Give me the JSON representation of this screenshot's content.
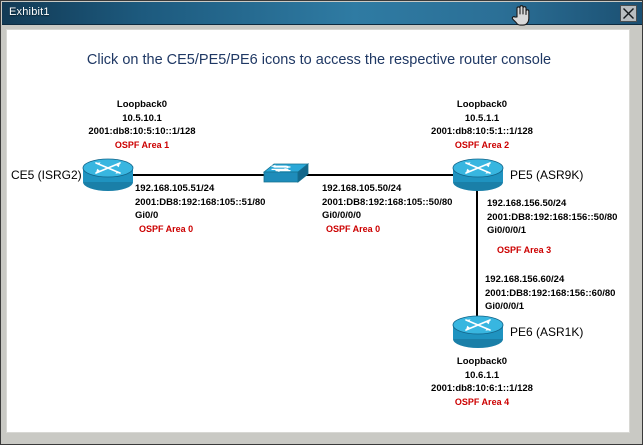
{
  "window": {
    "title": "Exhibit1",
    "close_label": "Close",
    "close_icon": "close-x-icon",
    "cursor_icon": "pointing-hand-cursor"
  },
  "instruction": "Click on the CE5/PE5/PE6 icons to access the respective router console",
  "colors": {
    "instruction_text": "#1f3864",
    "ospf_text": "#cc0000",
    "device_fill": "#2aa8d8",
    "link": "#000000",
    "titlebar_start": "#123a55",
    "titlebar_end": "#1b4f71"
  },
  "devices": {
    "ce5": {
      "label": "CE5 (ISRG2)",
      "icon": "router-icon",
      "loopback": {
        "title": "Loopback0",
        "ipv4": "10.5.10.1",
        "ipv6": "2001:db8:10:5:10::1/128",
        "ospf": "OSPF Area 1"
      },
      "interface": {
        "ipv4": "192.168.105.51/24",
        "ipv6": "2001:DB8:192:168:105::51/80",
        "name": "Gi0/0",
        "ospf": "OSPF Area 0"
      }
    },
    "switch": {
      "label": "",
      "icon": "switch-icon"
    },
    "pe5": {
      "label": "PE5 (ASR9K)",
      "icon": "router-icon",
      "loopback": {
        "title": "Loopback0",
        "ipv4": "10.5.1.1",
        "ipv6": "2001:db8:10:5:1::1/128",
        "ospf": "OSPF Area 2"
      },
      "interface_left": {
        "ipv4": "192.168.105.50/24",
        "ipv6": "2001:DB8:192:168:105::50/80",
        "name": "Gi0/0/0/0",
        "ospf": "OSPF Area 0"
      },
      "interface_down": {
        "ipv4": "192.168.156.50/24",
        "ipv6": "2001:DB8:192:168:156::50/80",
        "name": "Gi0/0/0/1",
        "ospf": "OSPF Area 3"
      }
    },
    "pe6": {
      "label": "PE6 (ASR1K)",
      "icon": "router-icon",
      "interface_up": {
        "ipv4": "192.168.156.60/24",
        "ipv6": "2001:DB8:192:168:156::60/80",
        "name": "Gi0/0/0/1"
      },
      "loopback": {
        "title": "Loopback0",
        "ipv4": "10.6.1.1",
        "ipv6": "2001:db8:10:6:1::1/128",
        "ospf": "OSPF Area 4"
      }
    }
  }
}
